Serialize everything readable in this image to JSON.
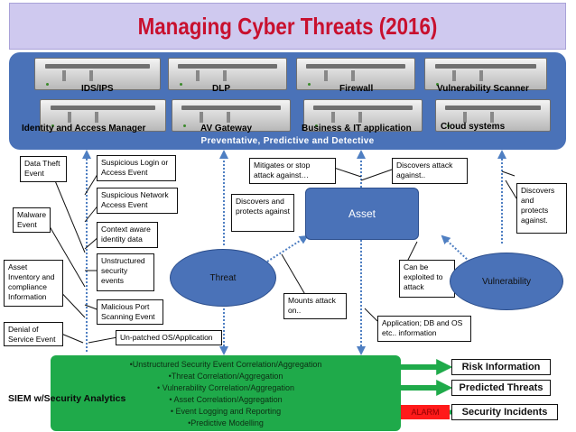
{
  "title": "Managing Cyber Threats (2016)",
  "top_panel": {
    "devices": [
      {
        "label": "IDS/IPS"
      },
      {
        "label": "DLP"
      },
      {
        "label": "Firewall"
      },
      {
        "label": "Vulnerability Scanner"
      },
      {
        "label": "Identity and Access Manager"
      },
      {
        "label": "AV Gateway"
      },
      {
        "label": "Business & IT application"
      },
      {
        "label": "Cloud systems"
      }
    ],
    "caption": "Preventative, Predictive and Detective"
  },
  "left_boxes": {
    "data_theft": "Data Theft Event",
    "malware": "Malware Event",
    "asset_inventory": "Asset Inventory and compliance Information",
    "denial_of_service": "Denial of Service Event"
  },
  "middle_boxes": {
    "suspicious_login": "Suspicious Login or Access Event",
    "suspicious_network": "Suspicious Network Access Event",
    "context_aware": "Context aware identity data",
    "unstructured_security": "Unstructured security events",
    "malicious_port": "Malicious Port Scanning Event",
    "unpatched": "Un-patched OS/Application"
  },
  "center_boxes": {
    "discovers_protects_left": "Discovers and protects against",
    "mitigates": "Mitigates or stop attack against…",
    "discovers_attack": "Discovers attack against..",
    "discovers_protects_right": "Discovers and protects against.",
    "mounts_attack": "Mounts attack on..",
    "can_be_exploited": "Can be exploited to attack",
    "application_info": "Application; DB and OS etc.. information"
  },
  "nodes": {
    "asset": "Asset",
    "threat": "Threat",
    "vulnerability": "Vulnerability"
  },
  "siem": {
    "label": "SIEM w/Security Analytics",
    "bullet": "•",
    "items": [
      "Unstructured Security Event Correlation/Aggregation",
      "Threat Correlation/Aggregation",
      "Vulnerability Correlation/Aggregation",
      "Asset Correlation/Aggregation",
      "Event Logging and Reporting",
      "Predictive Modelling"
    ]
  },
  "outputs": {
    "risk": "Risk Information",
    "predicted": "Predicted Threats",
    "alarm": "ALARM",
    "incidents": "Security Incidents"
  },
  "colors": {
    "title_text": "#c8102e",
    "title_bg": "#cfc9ef",
    "panel_blue": "#4a72b8",
    "siem_green": "#1faa4a",
    "alarm_red": "#ff1a1a",
    "arrow_dotted": "#4f7fc2"
  }
}
